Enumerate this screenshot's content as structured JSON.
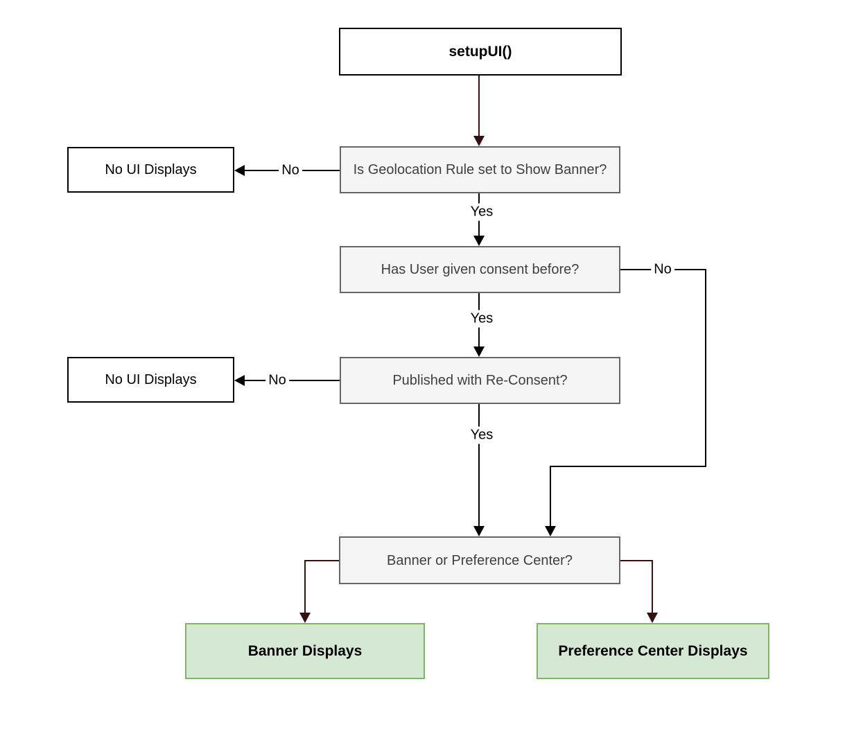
{
  "colors": {
    "box_fill_gray": "#f5f5f5",
    "box_border_gray": "#666666",
    "box_text_gray": "#3f3f3f",
    "box_fill_white": "#ffffff",
    "box_border_black": "#000000",
    "box_fill_green": "#d5e8d4",
    "box_border_green": "#82b366",
    "edge_black": "#000000",
    "edge_maroon": "#331111"
  },
  "nodes": {
    "setupui": {
      "label": "setupUI()"
    },
    "geolocation_question": {
      "label": "Is Geolocation Rule set to Show Banner?"
    },
    "no_ui_top": {
      "label": "No UI Displays"
    },
    "consent_question": {
      "label": "Has User given consent before?"
    },
    "no_ui_middle": {
      "label": "No UI Displays"
    },
    "reconsent_question": {
      "label": "Published with Re-Consent?"
    },
    "banner_or_pref_question": {
      "label": "Banner or Preference Center?"
    },
    "banner_displays": {
      "label": "Banner Displays"
    },
    "pref_center_displays": {
      "label": "Preference Center Displays"
    }
  },
  "edge_labels": {
    "no1": "No",
    "yes1": "Yes",
    "no2": "No",
    "yes2": "Yes",
    "no3": "No",
    "yes3": "Yes"
  }
}
